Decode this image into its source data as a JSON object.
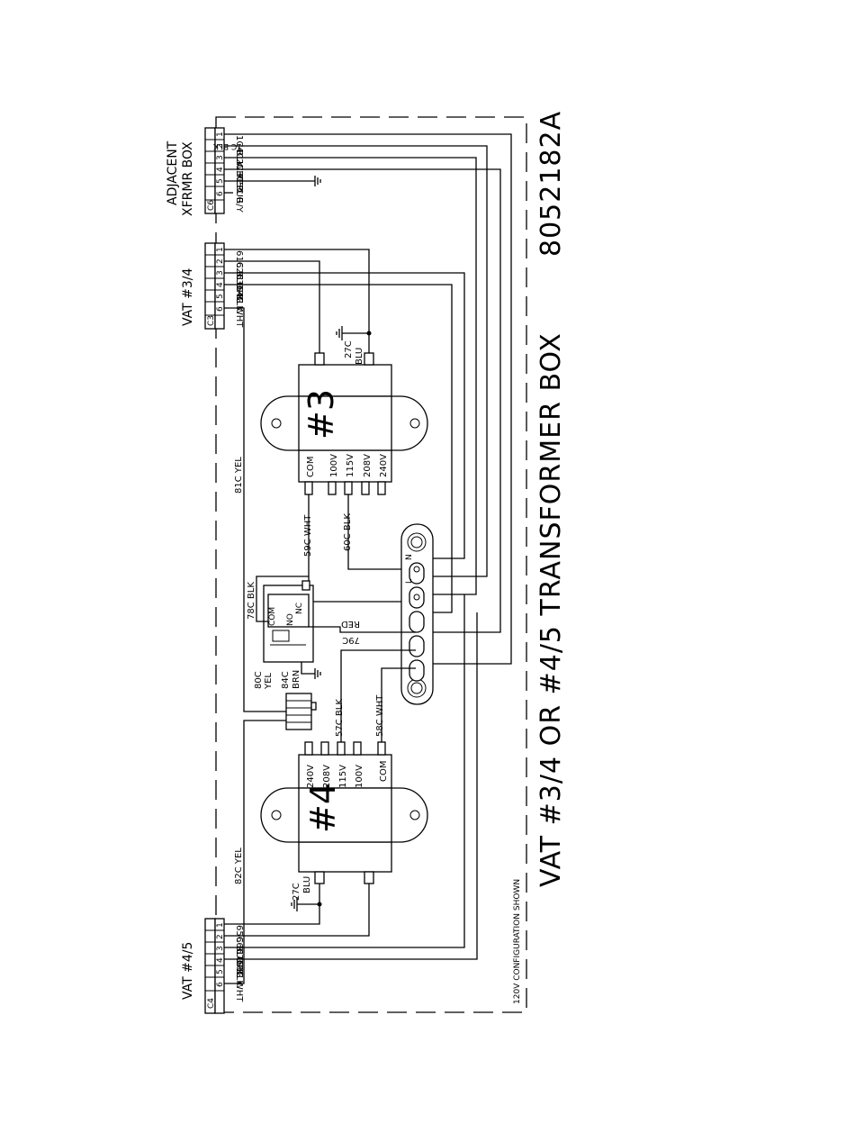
{
  "title": "VAT #3/4 OR #4/5 TRANSFORMER BOX",
  "part_number": "8052182A",
  "config_note": "120V CONFIGURATION SHOWN",
  "connectors": {
    "adjacent": {
      "label_line1": "ADJACENT",
      "label_line2": "XFRMR BOX",
      "id": "C6"
    },
    "vat34": {
      "label": "VAT #3/4",
      "id": "C3"
    },
    "vat45": {
      "label": "VAT #4/5",
      "id": "C4"
    }
  },
  "pins": [
    "1",
    "2",
    "3",
    "4",
    "5",
    "6"
  ],
  "wires_adjacent": [
    "1C BLK",
    "4C WHT",
    "2C RED",
    "3C PUR",
    "5C G/Y"
  ],
  "wires_vat34": [
    "61C BLU",
    "62C ORG",
    "63C BLK",
    "64C WHT"
  ],
  "wires_vat45": [
    "65C BLU",
    "66C ORG",
    "67C BLK",
    "68C WHT"
  ],
  "transformer3": {
    "number": "#3",
    "taps": [
      "COM",
      "100V",
      "115V",
      "208V",
      "240V"
    ],
    "ground_wire": [
      "27C",
      "BLU"
    ]
  },
  "transformer4": {
    "number": "#4",
    "taps": [
      "240V",
      "208V",
      "115V",
      "100V",
      "COM"
    ],
    "ground_wire": [
      "27C",
      "BLU"
    ]
  },
  "wire_labels": {
    "w59": "59C WHT",
    "w60": "60C BLK",
    "w57": "57C BLK",
    "w58": "58C WHT",
    "w81": "81C YEL",
    "w82": "82C YEL",
    "w78": "78C BLK",
    "w79": "79C",
    "w79color": "RED",
    "w80": "80C",
    "w80color": "YEL",
    "w84": "84C",
    "w84color": "BRN"
  },
  "relay": {
    "com": "COM",
    "no": "NO",
    "nc": "NC"
  },
  "terminal_block": {
    "mark_n": "N",
    "mark_l": "L"
  }
}
